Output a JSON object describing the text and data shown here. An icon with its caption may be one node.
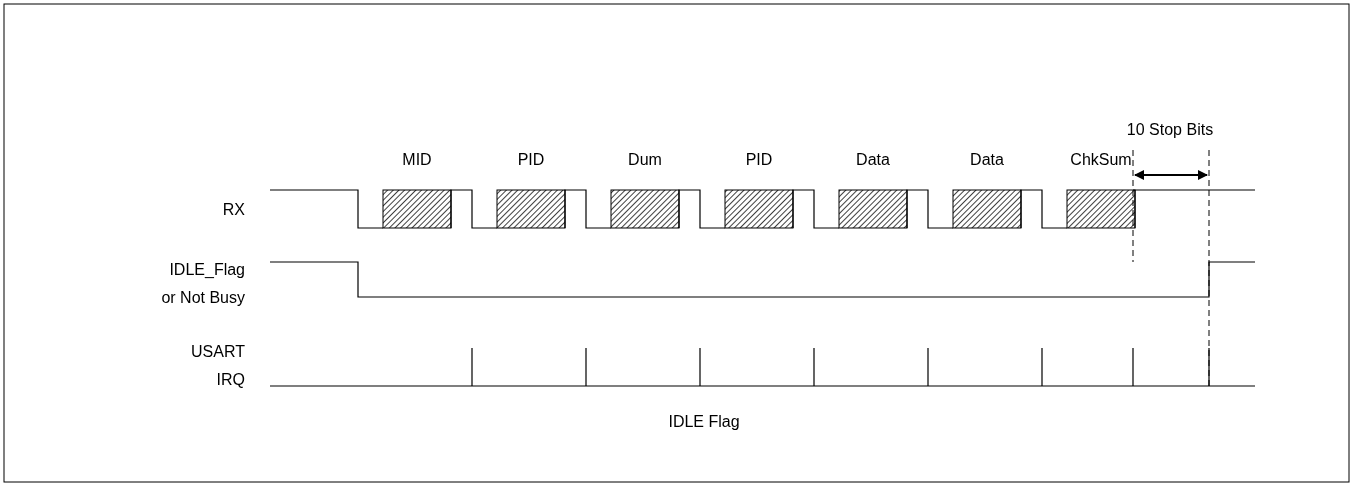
{
  "diagram": {
    "labels": [
      "10 Stop Bits",
      "MID",
      "PID",
      "Dum",
      "PID",
      "Data",
      "Data",
      "ChkSum",
      "RX",
      "IDLE_Flag or Not Busy",
      "USART IRQ",
      "IDLE Flag"
    ]
  }
}
